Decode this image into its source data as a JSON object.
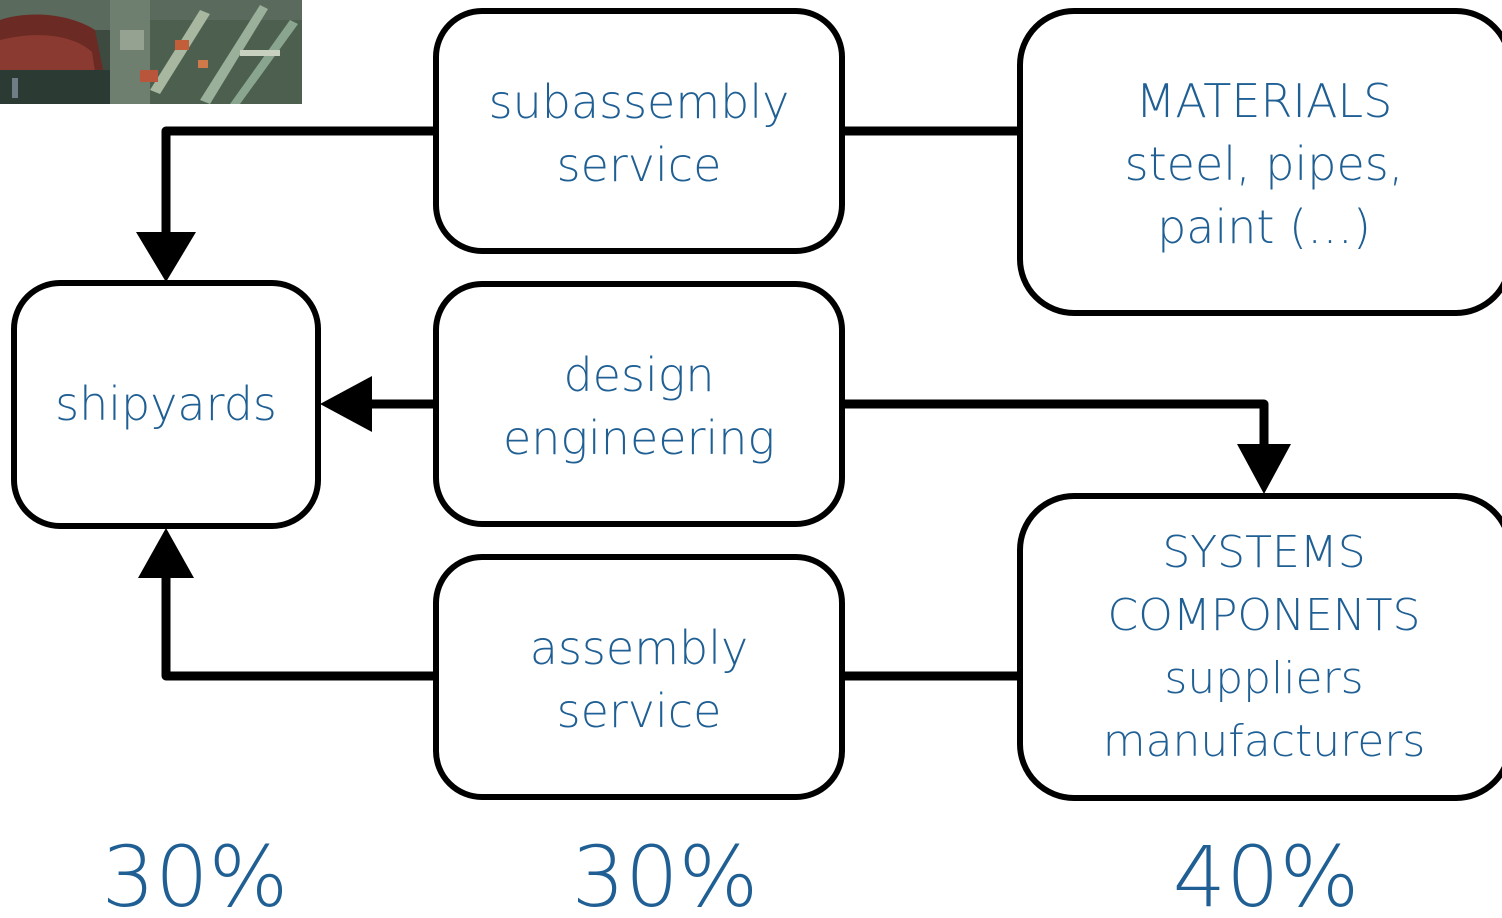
{
  "boxes": {
    "shipyards": {
      "lines": [
        "shipyards"
      ]
    },
    "subassembly": {
      "lines": [
        "subassembly",
        "service"
      ]
    },
    "design": {
      "lines": [
        "design",
        "engineering"
      ]
    },
    "assembly": {
      "lines": [
        "assembly",
        "service"
      ]
    },
    "materials": {
      "lines": [
        "MATERIALS",
        "steel, pipes,",
        "paint (…)"
      ]
    },
    "systems": {
      "lines": [
        "SYSTEMS",
        "COMPONENTS",
        "suppliers",
        "manufacturers"
      ]
    }
  },
  "shares": {
    "shipyards": "30%",
    "services": "30%",
    "suppliers": "40%"
  },
  "colors": {
    "text": "#1f5f94",
    "stroke": "#000000"
  }
}
